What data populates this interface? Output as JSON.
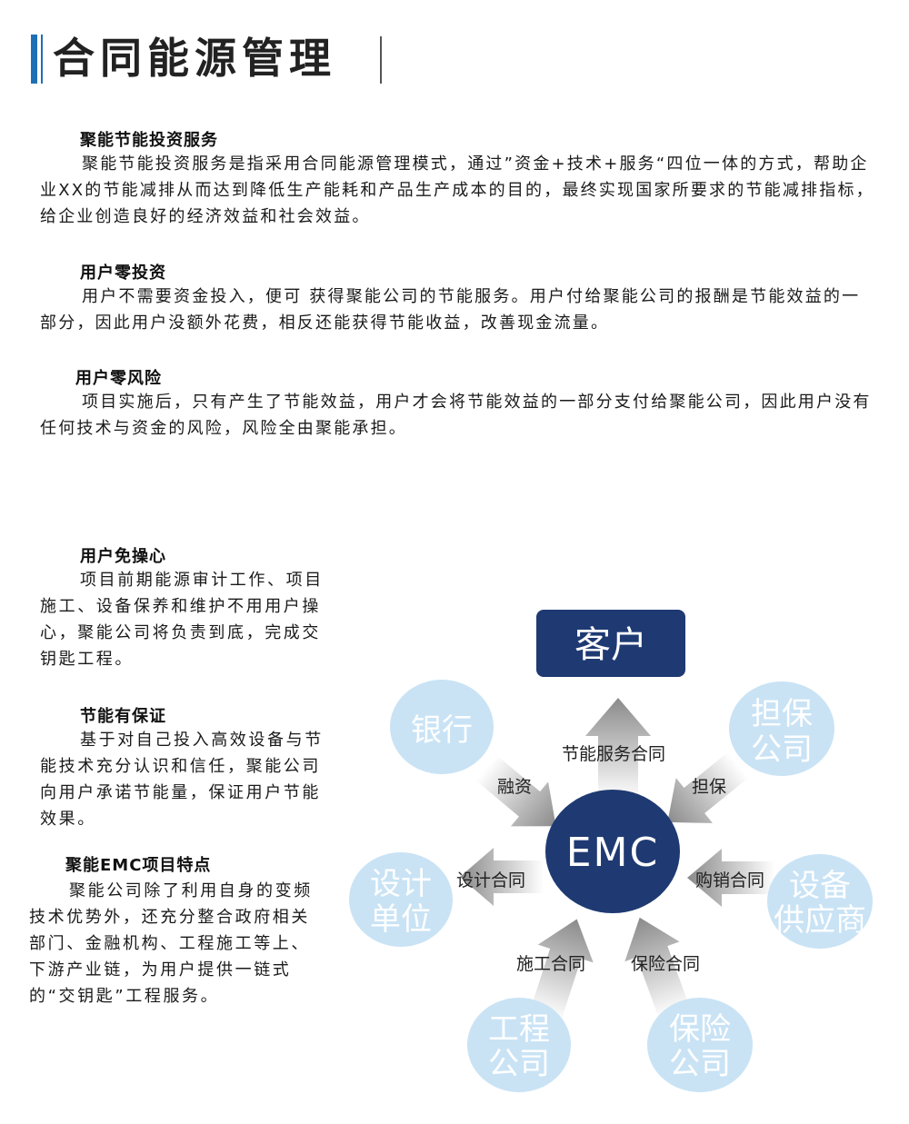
{
  "title": "合同能源管理",
  "sections": [
    {
      "heading": "聚能节能投资服务",
      "body": "聚能节能投资服务是指采用合同能源管理模式，通过”资金+技术+服务“四位一体的方式，帮助企业XX的节能减排从而达到降低生产能耗和产品生产成本的目的，最终实现国家所要求的节能减排指标，给企业创造良好的经济效益和社会效益。"
    },
    {
      "heading": "用户零投资",
      "body": "用户不需要资金投入，便可 获得聚能公司的节能服务。用户付给聚能公司的报酬是节能效益的一部分，因此用户没额外花费，相反还能获得节能收益，改善现金流量。"
    },
    {
      "heading": "用户零风险",
      "body": "项目实施后，只有产生了节能效益，用户才会将节能效益的一部分支付给聚能公司，因此用户没有任何技术与资金的风险，风险全由聚能承担。"
    },
    {
      "heading": "用户免操心",
      "body": "项目前期能源审计工作、项目施工、设备保养和维护不用用户操心，聚能公司将负责到底，完成交钥匙工程。"
    },
    {
      "heading": "节能有保证",
      "body": "基于对自己投入高效设备与节能技术充分认识和信任，聚能公司向用户承诺节能量，保证用户节能效果。"
    },
    {
      "heading": "聚能EMC项目特点",
      "body": "聚能公司除了利用自身的变频技术优势外，还充分整合政府相关部门、金融机构、工程施工等上、下游产业链，为用户提供一链式的“交钥匙”工程服务。"
    }
  ],
  "diagram": {
    "center": "EMC",
    "customer": "客户",
    "nodes": {
      "bank": [
        "银行"
      ],
      "guarantee": [
        "担保",
        "公司"
      ],
      "design": [
        "设计",
        "单位"
      ],
      "supplier": [
        "设备",
        "供应商"
      ],
      "engineering": [
        "工程",
        "公司"
      ],
      "insurance": [
        "保险",
        "公司"
      ]
    },
    "labels": {
      "service_contract": "节能服务合同",
      "financing": "融资",
      "guarantee": "担保",
      "design_contract": "设计合同",
      "purchase_contract": "购销合同",
      "construction_contract": "施工合同",
      "insurance_contract": "保险合同"
    },
    "colors": {
      "navy": "#1f3a72",
      "bubble": "#c9e3f5",
      "bubble_text": "#ffffff",
      "arrow": "#8a8a8a"
    }
  }
}
